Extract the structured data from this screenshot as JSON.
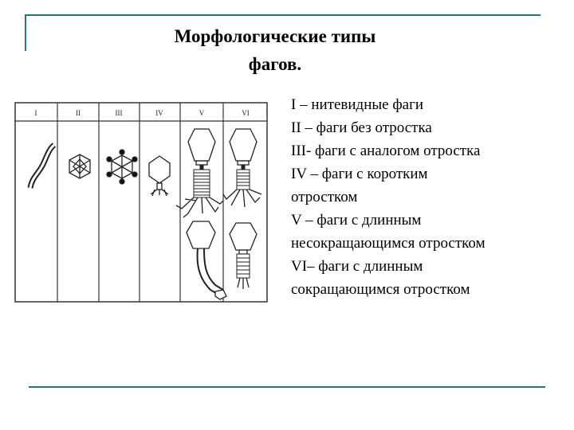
{
  "title": {
    "line1": "Морфологические типы",
    "line2": "фагов."
  },
  "figure": {
    "column_labels": [
      "I",
      "II",
      "III",
      "IV",
      "V",
      "VI"
    ]
  },
  "legend": [
    "I – нитевидные фаги",
    "II – фаги без отростка",
    "III- фаги с аналогом отростка",
    "IV – фаги с коротким",
    "отростком",
    "V – фаги с длинным",
    "несокращающимся отростком",
    "VI– фаги с длинным",
    "сокращающимся отростком"
  ]
}
